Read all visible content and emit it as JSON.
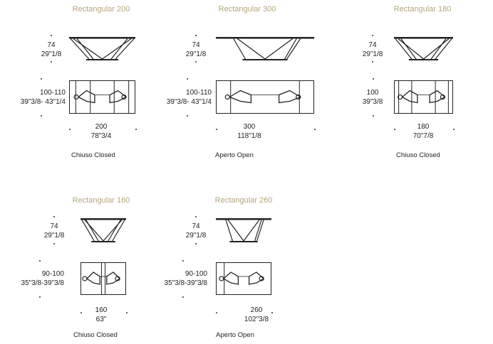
{
  "panels": [
    {
      "title": "Rectangular 200",
      "height_cm": "74",
      "height_in": "29\"1/8",
      "depth_cm": "100-110",
      "depth_in": "39\"3/8- 43\"1/4",
      "width_cm": "200",
      "width_in": "78\"3/4",
      "mode": "Chiuso Closed"
    },
    {
      "title": "Rectangular 300",
      "height_cm": "74",
      "height_in": "29\"1/8",
      "depth_cm": "100-110",
      "depth_in": "39\"3/8- 43\"1/4",
      "width_cm": "300",
      "width_in": "118\"1/8",
      "mode": "Aperto Open"
    },
    {
      "title": "Rectangular 180",
      "height_cm": "74",
      "height_in": "29\"1/8",
      "depth_cm": "100",
      "depth_in": "39\"3/8",
      "width_cm": "180",
      "width_in": "70\"7/8",
      "mode": "Chiuso Closed"
    },
    {
      "title": "Rectangular 160",
      "height_cm": "74",
      "height_in": "29\"1/8",
      "depth_cm": "90-100",
      "depth_in": "35\"3/8-39\"3/8",
      "width_cm": "160",
      "width_in": "63\"",
      "mode": "Chiuso Closed"
    },
    {
      "title": "Rectangular 260",
      "height_cm": "74",
      "height_in": "29\"1/8",
      "depth_cm": "90-100",
      "depth_in": "35\"3/8-39\"3/8",
      "width_cm": "260",
      "width_in": "102\"3/8",
      "mode": "Aperto Open"
    }
  ],
  "colors": {
    "title": "#b6a57a",
    "line": "#222222"
  }
}
